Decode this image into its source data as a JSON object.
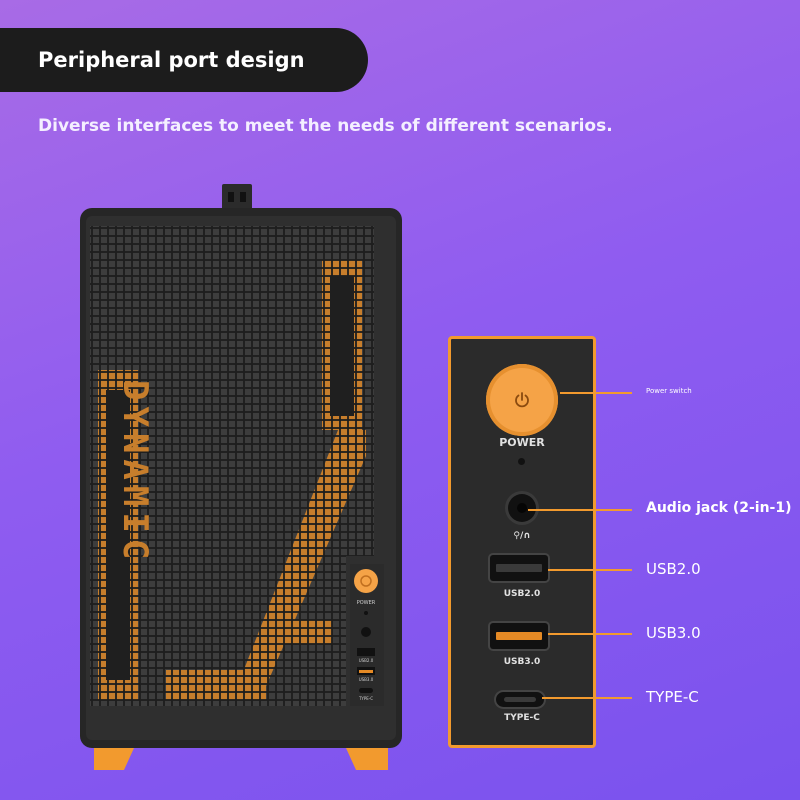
{
  "header": {
    "title": "Peripheral port design",
    "subtitle": "Diverse interfaces to meet the needs of different scenarios."
  },
  "case": {
    "brand_text": "DYNAMIC",
    "power_label": "POWER",
    "usb2_label": "USB2.0",
    "usb3_label": "USB3.0",
    "typec_label": "TYPE-C"
  },
  "panel": {
    "power_label": "POWER",
    "audio_icon_label": "⚲/∩",
    "usb2_label": "USB2.0",
    "usb3_label": "USB3.0",
    "typec_label": "TYPE-C"
  },
  "callouts": {
    "power_switch": "Power switch",
    "audio_jack": "Audio jack (2-in-1)",
    "usb2": "USB2.0",
    "usb3": "USB3.0",
    "typec": "TYPE-C"
  },
  "colors": {
    "accent": "#f29a2e",
    "case_body": "#2a2a2a",
    "background": "#8f5cf0"
  }
}
